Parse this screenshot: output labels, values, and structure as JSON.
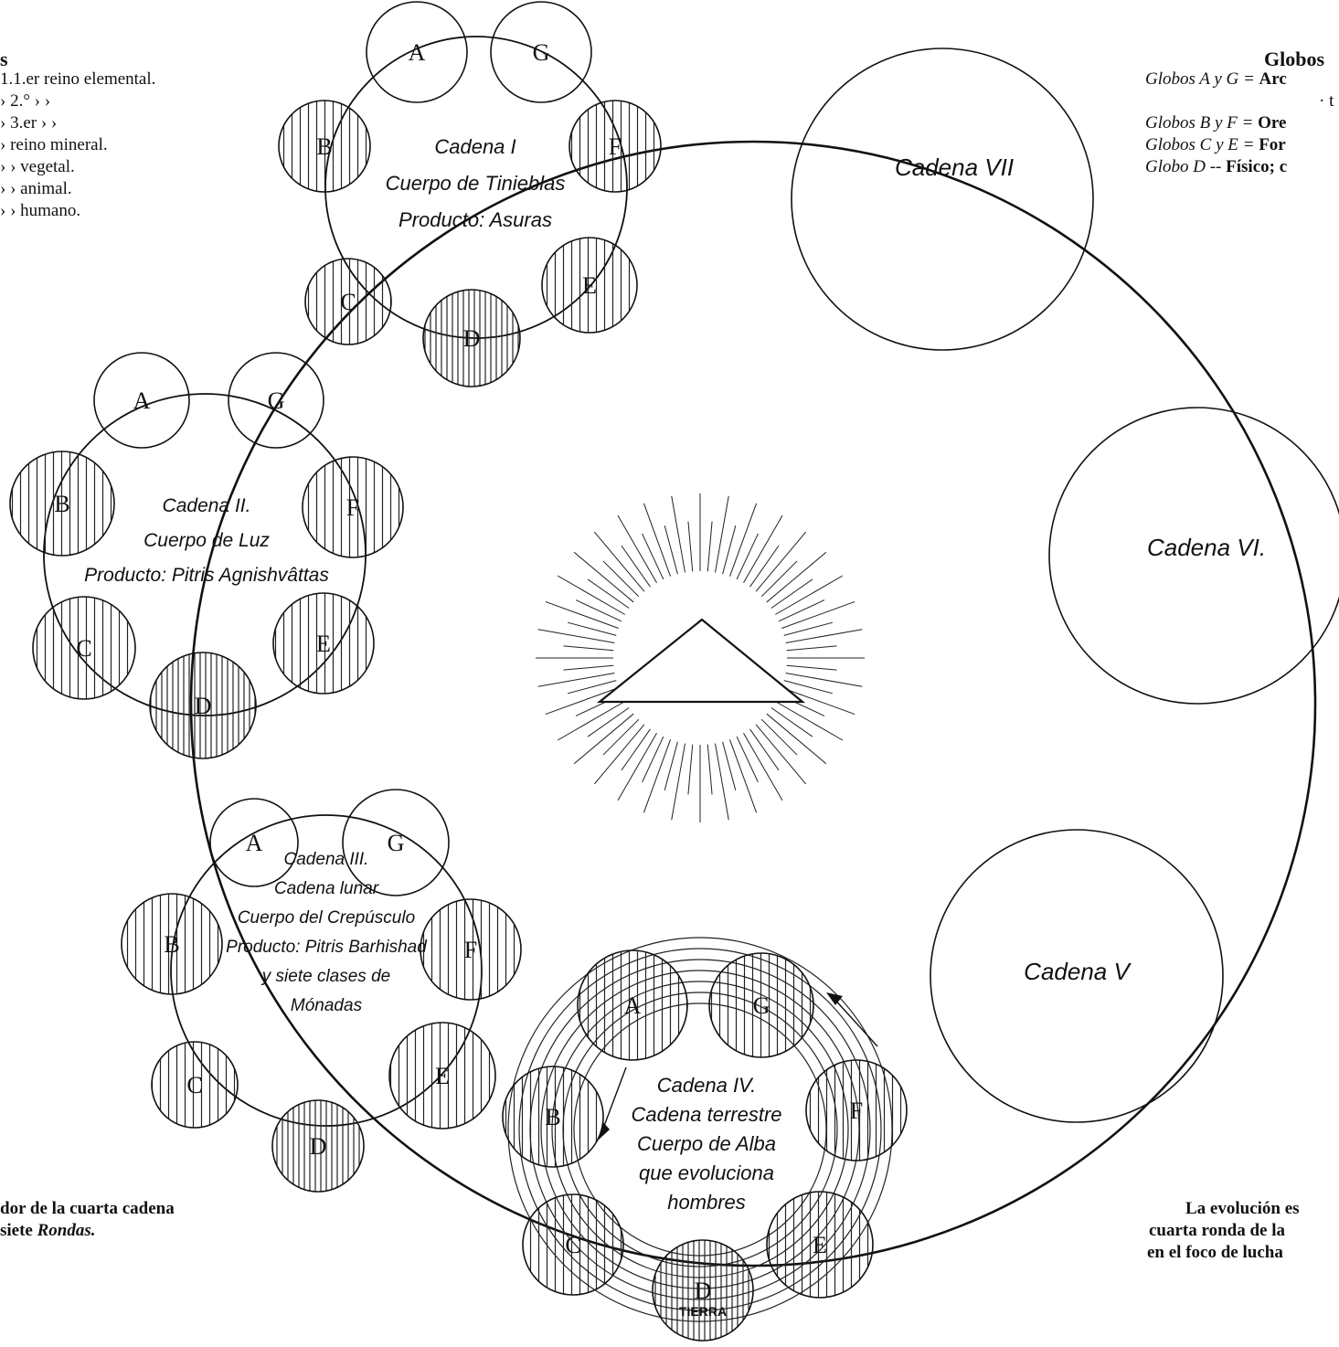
{
  "legend_left": {
    "title": "s",
    "items": [
      "1.1.er reino elemental.",
      "›  2.°    ›         ›",
      "›  3.er    ›         ›",
      "› reino mineral.",
      "›      ›     vegetal.",
      "›      ›     animal.",
      "›      ›     humano."
    ]
  },
  "legend_right": {
    "title": "Globos",
    "lines": [
      {
        "italic": "Globos A y G =",
        "text": "Arc"
      },
      {
        "italic": "",
        "text": "· t"
      },
      {
        "italic": "Globos B y F =",
        "text": "Ore"
      },
      {
        "italic": "Globos C y E =",
        "text": "For"
      },
      {
        "italic": "Globo D --",
        "text": "Físico; c"
      }
    ]
  },
  "caption_left": {
    "line1": "dor de la cuarta cadena",
    "line2_prefix": "siete ",
    "line2_italic": "Rondas."
  },
  "caption_right": {
    "line1": "La evolución es",
    "line2": "cuarta ronda de la",
    "line3": "en el foco de lucha"
  },
  "chains": {
    "c1": {
      "lines": [
        "Cadena I",
        "Cuerpo de Tinieblas",
        "Producto: Asuras"
      ]
    },
    "c2": {
      "lines": [
        "Cadena II.",
        "Cuerpo de Luz",
        "Producto: Pitris Agnishvâttas"
      ]
    },
    "c3": {
      "lines": [
        "Cadena III.",
        "Cadena lunar",
        "Cuerpo del Crepúsculo",
        "Producto: Pitris Barhishad",
        "y siete clases de",
        "Mónadas"
      ]
    },
    "c4": {
      "lines": [
        "Cadena IV.",
        "Cadena terrestre",
        "Cuerpo de Alba",
        "que evoluciona",
        "hombres"
      ]
    },
    "c5": {
      "label": "Cadena V"
    },
    "c6": {
      "label": "Cadena VI."
    },
    "c7": {
      "label": "Cadena VII"
    }
  },
  "globe_letters": [
    "A",
    "G",
    "B",
    "F",
    "C",
    "E",
    "D"
  ],
  "earth_label": "TIERRA"
}
